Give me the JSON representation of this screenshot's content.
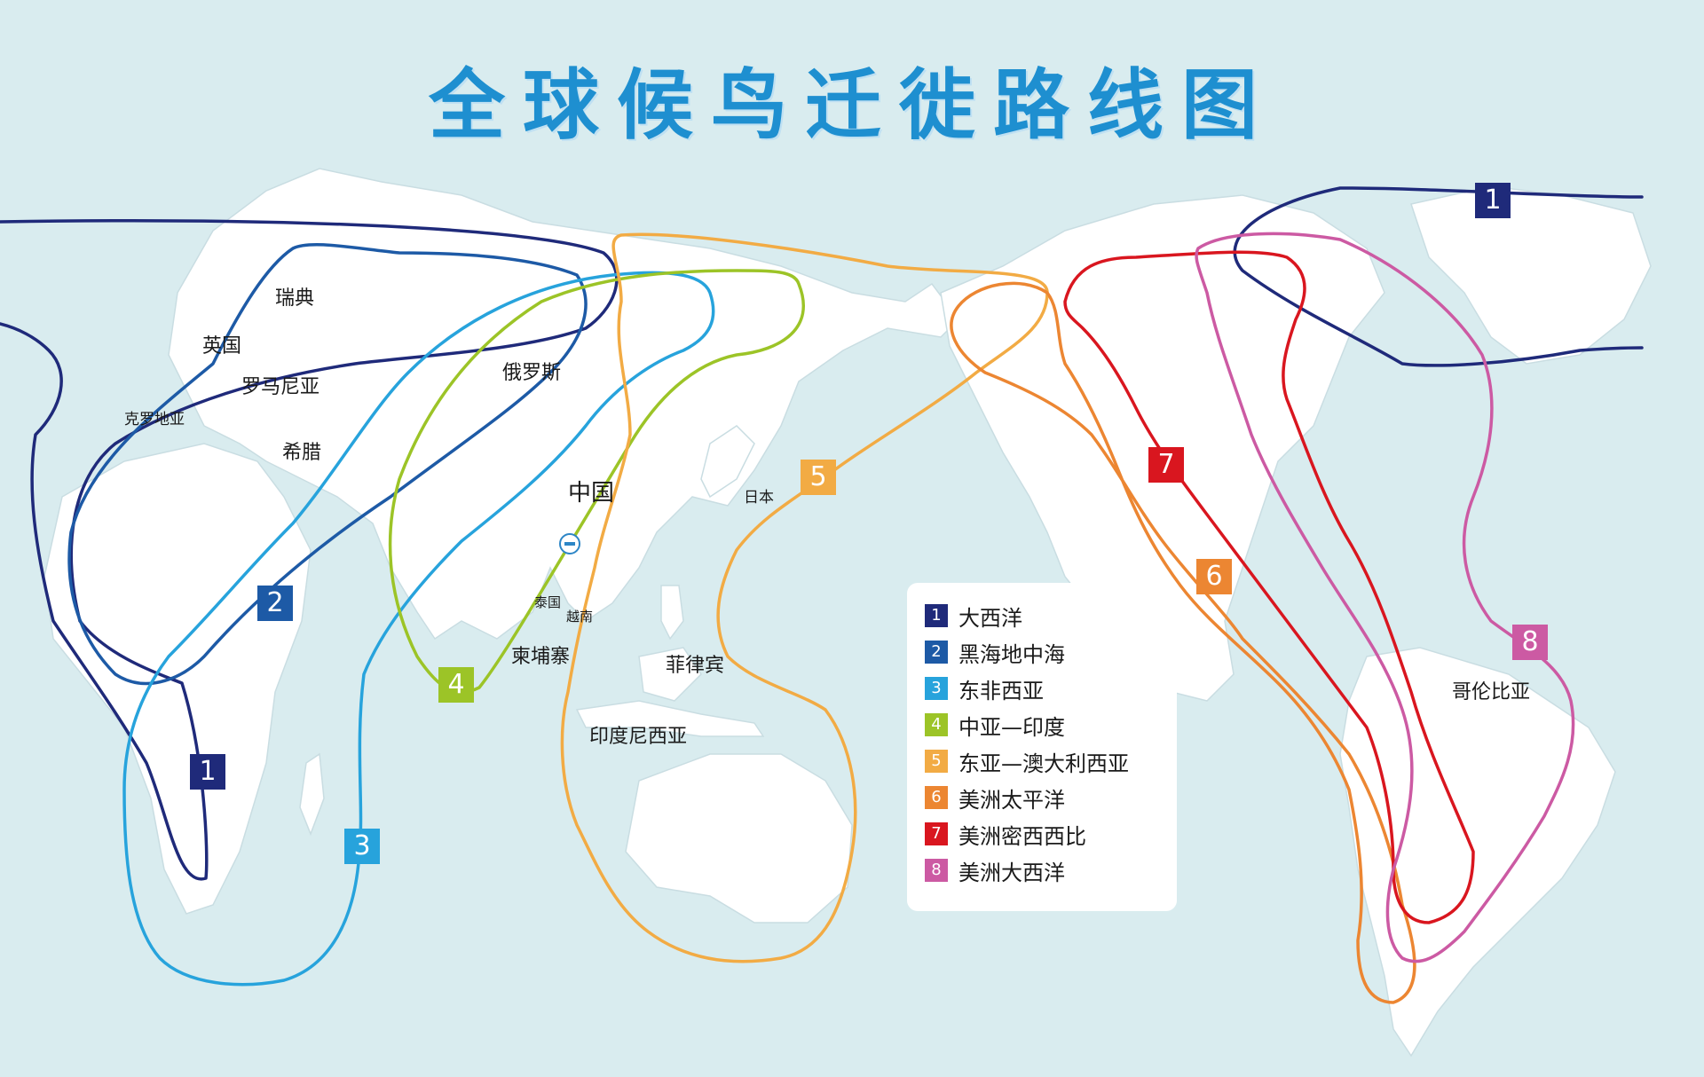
{
  "title": "全球候鸟迁徙路线图",
  "places": {
    "sweden": "瑞典",
    "uk": "英国",
    "romania": "罗马尼亚",
    "croatia": "克罗地亚",
    "greece": "希腊",
    "russia": "俄罗斯",
    "china": "中国",
    "japan": "日本",
    "thailand": "泰国",
    "vietnam": "越南",
    "cambodia": "柬埔寨",
    "philippines": "菲律宾",
    "indonesia": "印度尼西亚",
    "colombia": "哥伦比亚"
  },
  "routes": [
    {
      "id": "1",
      "label": "大西洋",
      "color": "#1f2a7a"
    },
    {
      "id": "2",
      "label": "黑海地中海",
      "color": "#1d5aa6"
    },
    {
      "id": "3",
      "label": "东非西亚",
      "color": "#27a3dc"
    },
    {
      "id": "4",
      "label": "中亚—印度",
      "color": "#9cc427"
    },
    {
      "id": "5",
      "label": "东亚—澳大利西亚",
      "color": "#f2ab44"
    },
    {
      "id": "6",
      "label": "美洲太平洋",
      "color": "#ec8632"
    },
    {
      "id": "7",
      "label": "美洲密西西比",
      "color": "#d9161f"
    },
    {
      "id": "8",
      "label": "美洲大西洋",
      "color": "#cc5aa3"
    }
  ],
  "map_badges": [
    "1",
    "2",
    "3",
    "4",
    "5",
    "6",
    "7",
    "8",
    "1"
  ],
  "colors": {
    "ocean": "#d9ecef",
    "land": "#ffffff",
    "title": "#1e8fd0"
  }
}
